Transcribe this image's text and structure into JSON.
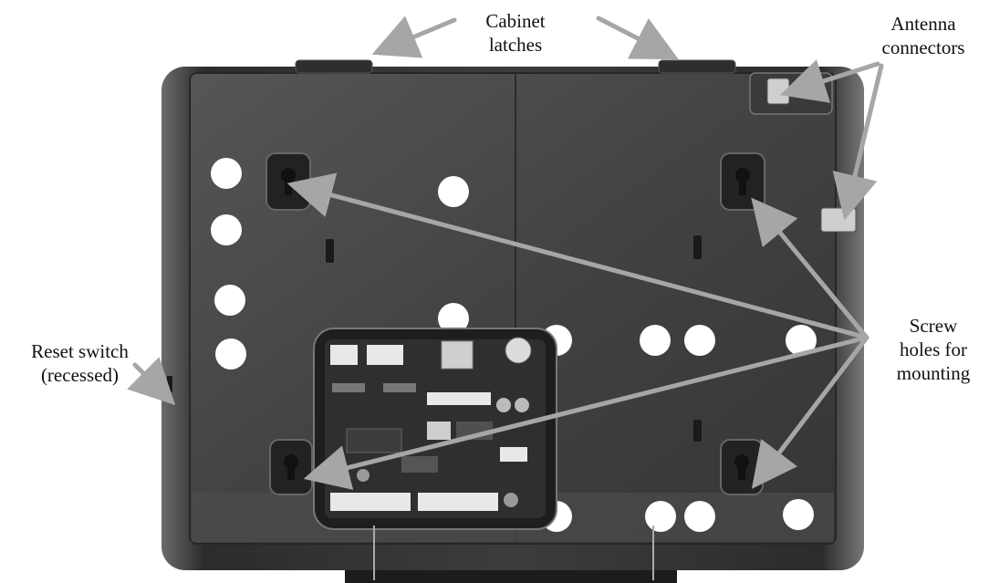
{
  "labels": {
    "cabinet_latches": [
      "Cabinet",
      "latches"
    ],
    "antenna_connectors": [
      "Antenna",
      "connectors"
    ],
    "reset_switch": [
      "Reset switch",
      "(recessed)"
    ],
    "screw_holes": [
      "Screw",
      "holes for",
      "mounting"
    ]
  },
  "colors": {
    "arrow": "#a6a6a6",
    "housing": "#3a3a3a",
    "panel": "#4a4a4a",
    "board": "#2a2a2a",
    "hole": "#ffffff"
  }
}
